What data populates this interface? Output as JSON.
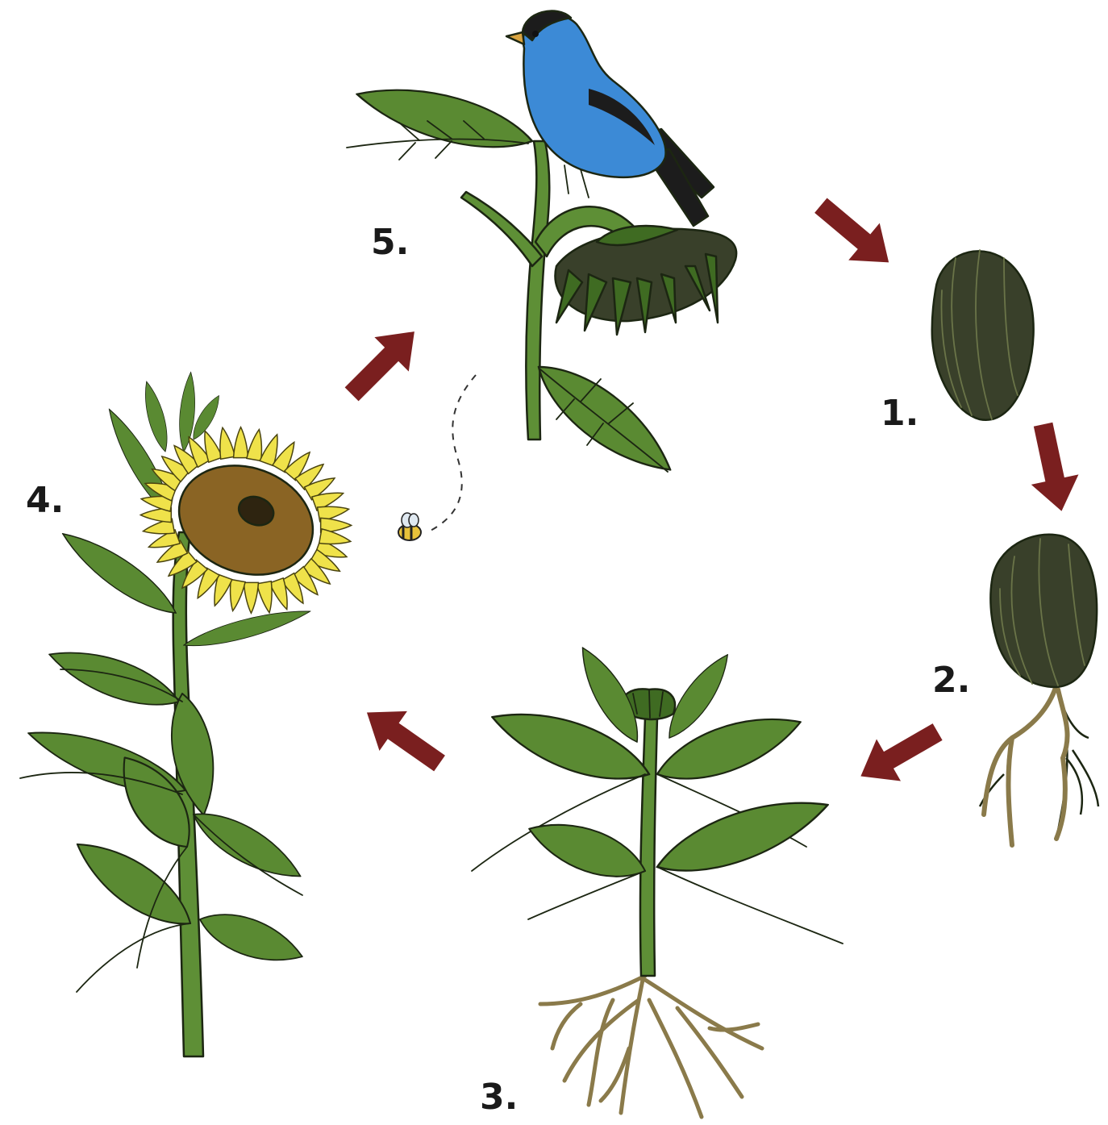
{
  "stages": [
    {
      "id": "seed",
      "label": "1."
    },
    {
      "id": "germinating-seed",
      "label": "2."
    },
    {
      "id": "seedling",
      "label": "3."
    },
    {
      "id": "flowering-sunflower",
      "label": "4."
    },
    {
      "id": "mature-seed-head",
      "label": "5."
    }
  ],
  "colors": {
    "arrow": "#7a1f1f",
    "leaf": "#5a8a32",
    "leaf_dark": "#3f6b22",
    "stem": "#5e8f36",
    "petal": "#efe24a",
    "disk": "#8a6424",
    "seed": "#39402a",
    "root": "#8a7a4a",
    "bird": "#3c8ad6",
    "bird_dark": "#1c1c1c"
  },
  "icons": [
    "arrow-icon",
    "seed-icon",
    "sprout-icon",
    "seedling-icon",
    "sunflower-icon",
    "drooping-head-icon",
    "bird-icon",
    "bee-icon"
  ]
}
